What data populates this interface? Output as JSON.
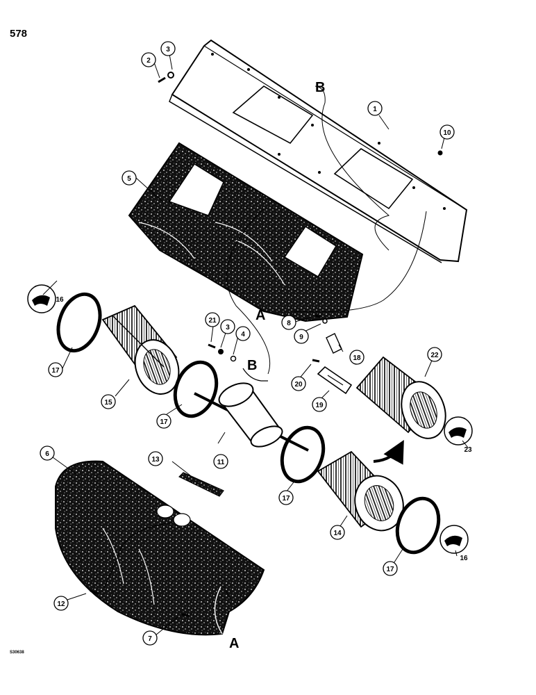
{
  "page": {
    "number": "578",
    "code": "S30638"
  },
  "callouts": [
    "1",
    "2",
    "3",
    "4",
    "5",
    "6",
    "7",
    "8",
    "9",
    "10",
    "11",
    "12",
    "13",
    "14",
    "15",
    "16",
    "17",
    "18",
    "19",
    "20",
    "21",
    "22",
    "23"
  ],
  "callout_repeats": {
    "3b": "3",
    "16b": "16",
    "17b": "17",
    "17c": "17",
    "17d": "17"
  },
  "letters": {
    "a": "A",
    "b": "B"
  },
  "colors": {
    "ink": "#000000",
    "paper": "#ffffff",
    "speckle": "#1a1a1a"
  }
}
